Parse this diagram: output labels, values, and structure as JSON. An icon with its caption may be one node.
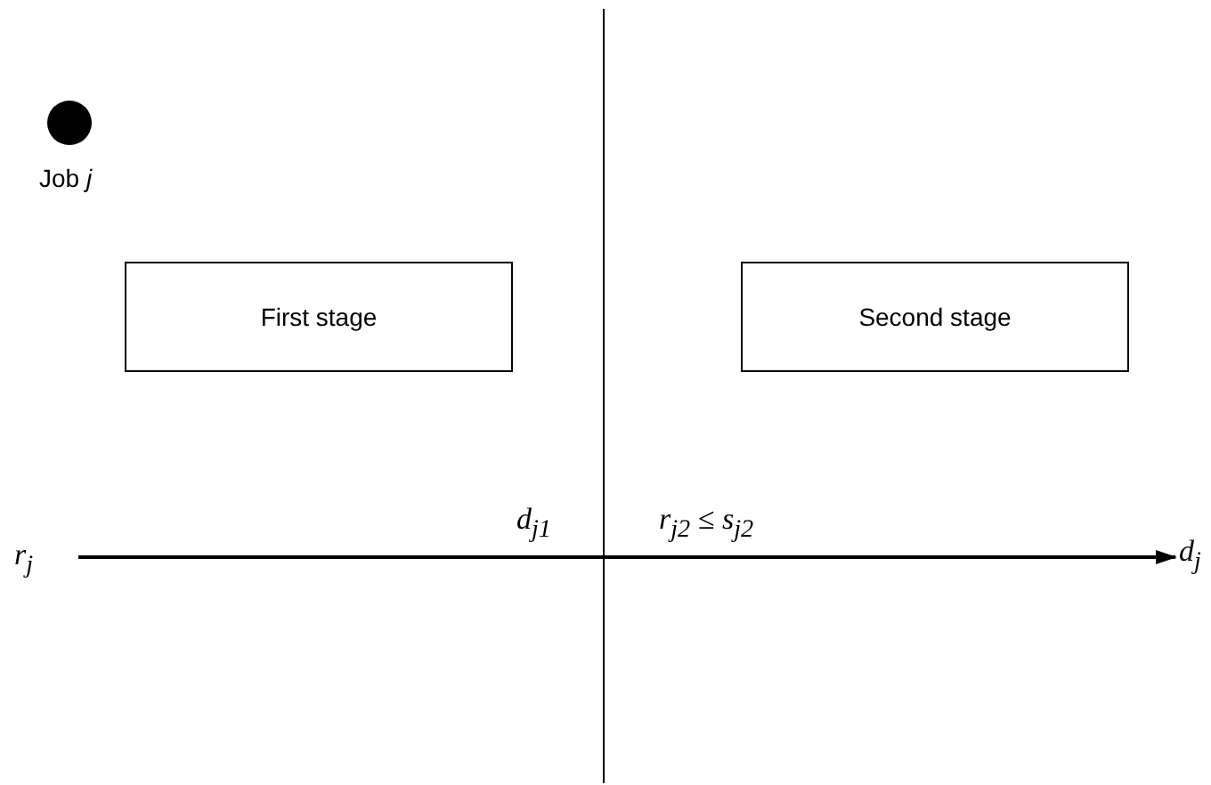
{
  "diagram": {
    "nodes": [
      {
        "text": [],
        "shape": "circle",
        "beside": [
          "Job *j*"
        ]
      },
      {
        "text": [
          "First stage"
        ]
      },
      {
        "text": [
          "Second stage"
        ]
      },
      {
        "text": [
          "r$_{j}$"
        ]
      },
      {
        "text": [
          "d$_{j}$"
        ]
      }
    ],
    "edges": [
      {
        "from": 3,
        "to": 4,
        "arrow": "to"
      }
    ],
    "labels": [
      "d$_{j1}$",
      "r$_{j2}$ ≤ s$_{j2}$"
    ]
  }
}
